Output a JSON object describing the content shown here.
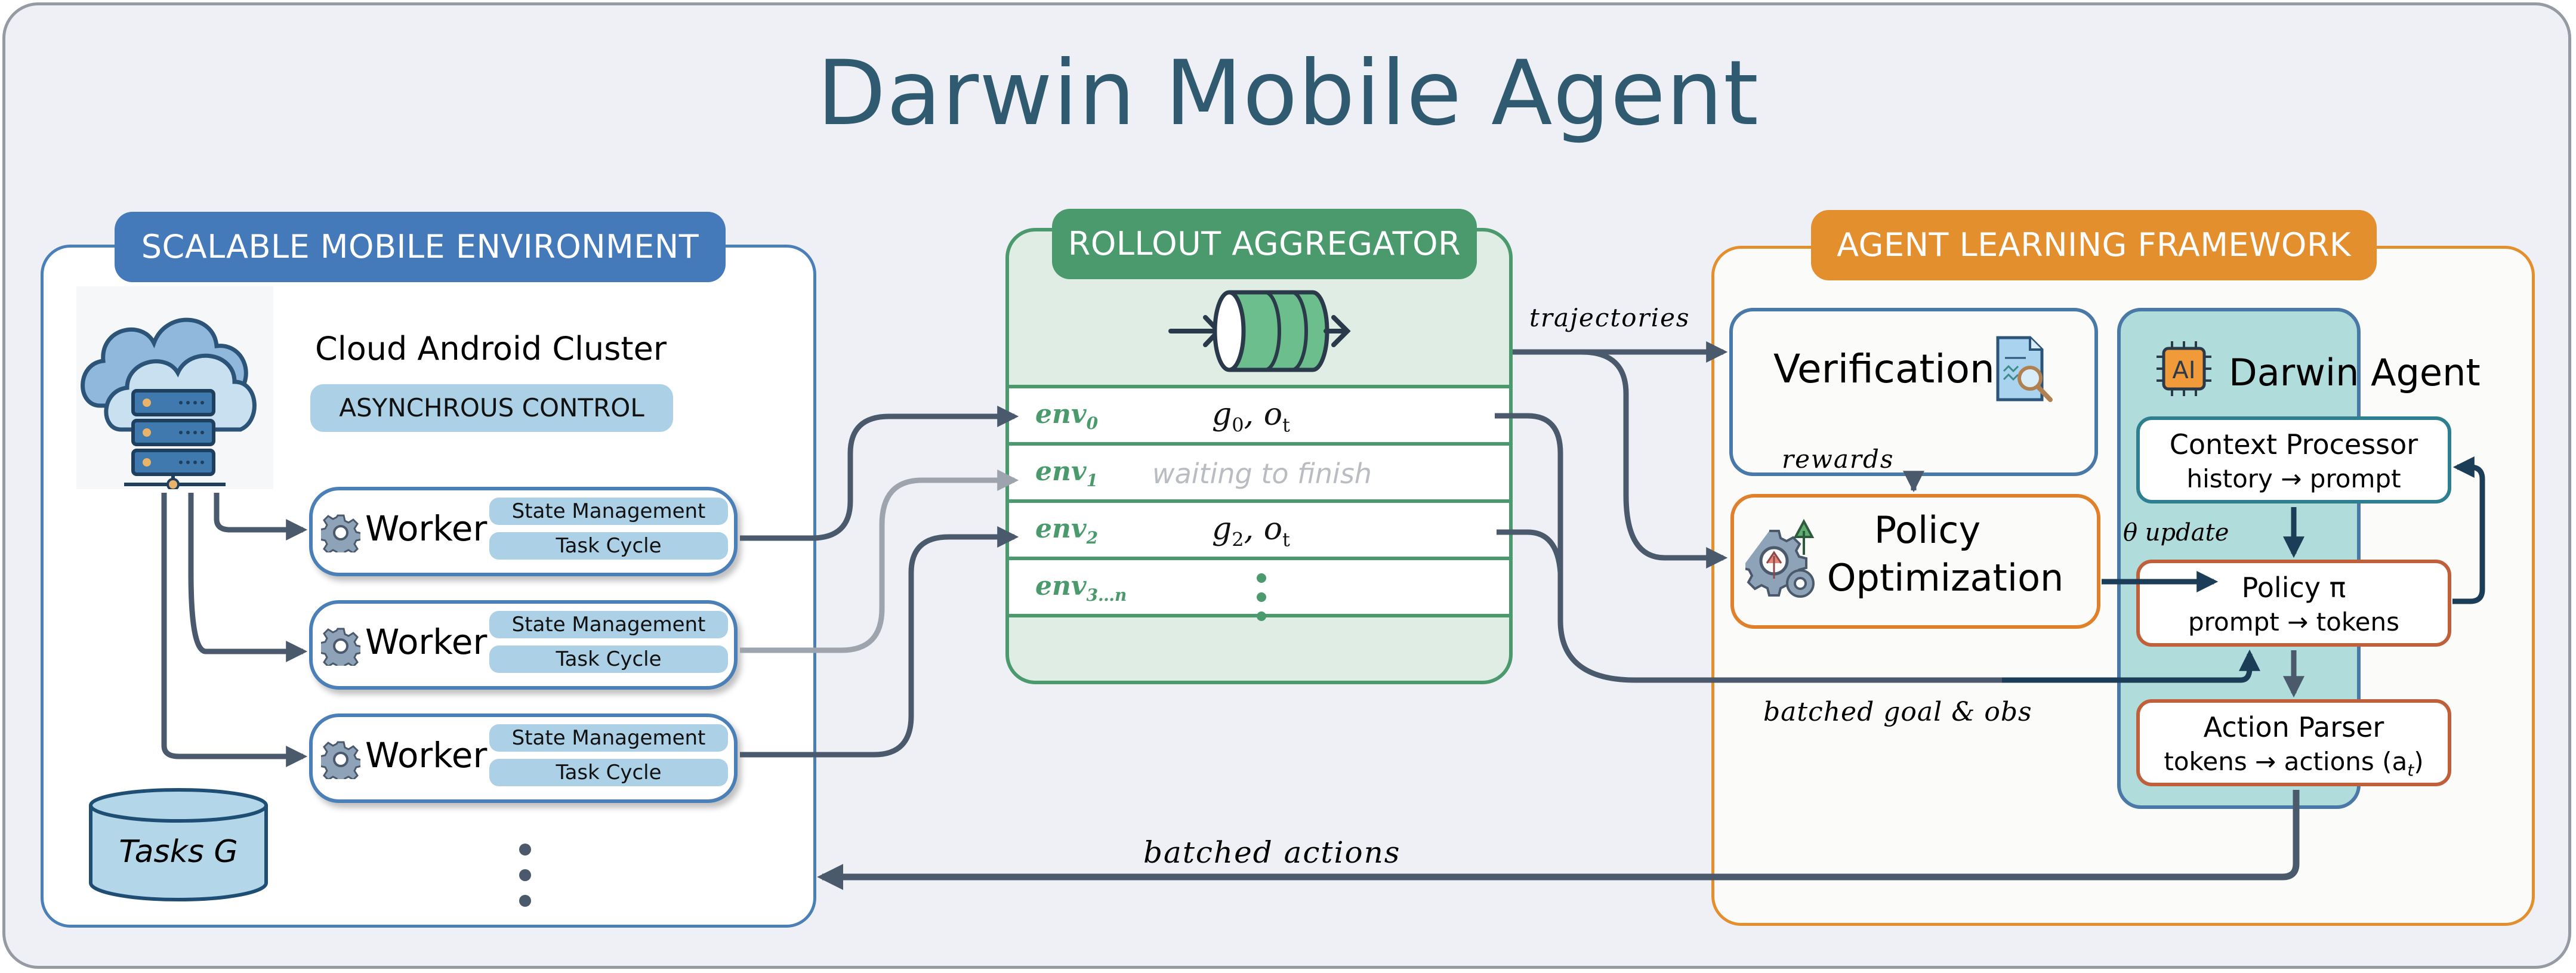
{
  "title": "Darwin Mobile Agent",
  "colors": {
    "env_accent": "#4479ba",
    "aggregator_accent": "#4a9a6e",
    "learning_accent": "#e38f2e",
    "wire": "#4a5a6c",
    "wire_inactive": "#9ea4ad",
    "wire_dark": "#1c3d57",
    "agent_bg": "#b0dcdb"
  },
  "environment": {
    "badge": "SCALABLE MOBILE ENVIRONMENT",
    "cluster_title": "Cloud Android Cluster",
    "control_pill": "ASYNCHROUS CONTROL",
    "cluster_icon": "cloud-server-icon",
    "workers": [
      {
        "label": "Worker",
        "tags": [
          "State Management",
          "Task Cycle"
        ],
        "icon": "gear-icon",
        "active": true
      },
      {
        "label": "Worker",
        "tags": [
          "State Management",
          "Task Cycle"
        ],
        "icon": "gear-icon",
        "active": false
      },
      {
        "label": "Worker",
        "tags": [
          "State Management",
          "Task Cycle"
        ],
        "icon": "gear-icon",
        "active": true
      }
    ],
    "tasks_db": "Tasks G",
    "more_indicator": "vertical-ellipsis"
  },
  "aggregator": {
    "badge": "ROLLOUT AGGREGATOR",
    "icon": "queue-icon",
    "rows": [
      {
        "env": "env",
        "sub": "0",
        "goal": "g",
        "goal_sub": "0",
        "obs": ", o",
        "obs_sub": "t",
        "waiting": null
      },
      {
        "env": "env",
        "sub": "1",
        "goal": null,
        "waiting": "waiting to finish"
      },
      {
        "env": "env",
        "sub": "2",
        "goal": "g",
        "goal_sub": "2",
        "obs": ", o",
        "obs_sub": "t",
        "waiting": null
      },
      {
        "env": "env",
        "sub": "3…n",
        "goal": null,
        "waiting": null
      }
    ]
  },
  "learning": {
    "badge": "AGENT LEARNING FRAMEWORK",
    "verification": {
      "label": "Verification",
      "icon": "document-search-icon"
    },
    "policy_optimization": {
      "label_line1": "Policy",
      "label_line2": "Optimization",
      "icon": "gears-up-arrows-icon"
    },
    "agent": {
      "title": "Darwin Agent",
      "icon": "ai-chip-icon",
      "chip_text": "AI",
      "context_processor": {
        "title": "Context Processor",
        "detail": "history → prompt"
      },
      "policy": {
        "title": "Policy π",
        "detail": "prompt → tokens"
      },
      "action_parser": {
        "title": "Action Parser",
        "detail": "tokens → actions (a",
        "detail_sub": "t",
        "detail_end": ")"
      }
    }
  },
  "edge_labels": {
    "trajectories": "trajectories",
    "rewards": "rewards",
    "theta_update": "θ update",
    "batched_goal_obs": "batched goal & obs",
    "batched_actions": "batched actions"
  }
}
